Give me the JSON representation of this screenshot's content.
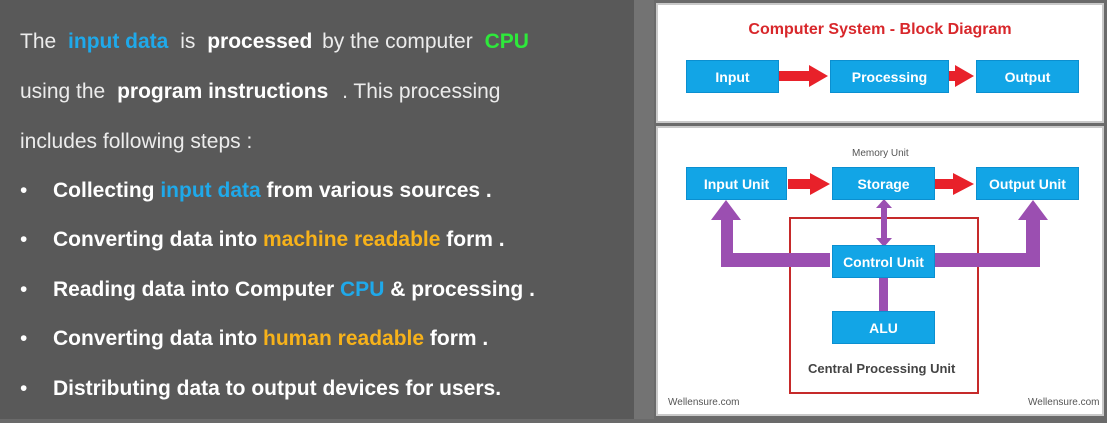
{
  "left": {
    "line1": {
      "t1": "The",
      "t2": "input  data",
      "t3": "is",
      "t4": "processed",
      "t5": "by the computer",
      "t6": "CPU"
    },
    "line2": {
      "t1": "using  the",
      "t2": "program  instructions",
      "t3": ". This  processing"
    },
    "line3": {
      "t1": "includes  following  steps  :"
    },
    "bullet_char": "•",
    "bullets": [
      {
        "a": "Collecting ",
        "b": "input data",
        "c": " from various sources  ."
      },
      {
        "a": "Converting data into  ",
        "b": "machine readable",
        "c": " form ."
      },
      {
        "a": "Reading data into Computer ",
        "b": "CPU",
        "c": " &  processing ."
      },
      {
        "a": "Converting  data  into  ",
        "b": "human readable",
        "c": "  form ."
      },
      {
        "a": "Distributing  data to  output devices for users.",
        "b": "",
        "c": ""
      }
    ]
  },
  "diagram1": {
    "title": "Computer System  -  Block  Diagram",
    "boxes": [
      "Input",
      "Processing",
      "Output"
    ]
  },
  "diagram2": {
    "memory_label": "Memory  Unit",
    "boxes": {
      "input_unit": "Input Unit",
      "storage": "Storage",
      "output_unit": "Output Unit",
      "control_unit": "Control Unit",
      "alu": "ALU"
    },
    "cpu_label": "Central  Processing  Unit",
    "watermark_left": "Wellensure.com",
    "watermark_right": "Wellensure.com"
  },
  "colors": {
    "box_blue": "#12a5e6",
    "arrow_red": "#e8212a",
    "arrow_purple": "#9b4fb1",
    "cpu_border": "#c62a2a",
    "title_red": "#d8272b"
  }
}
